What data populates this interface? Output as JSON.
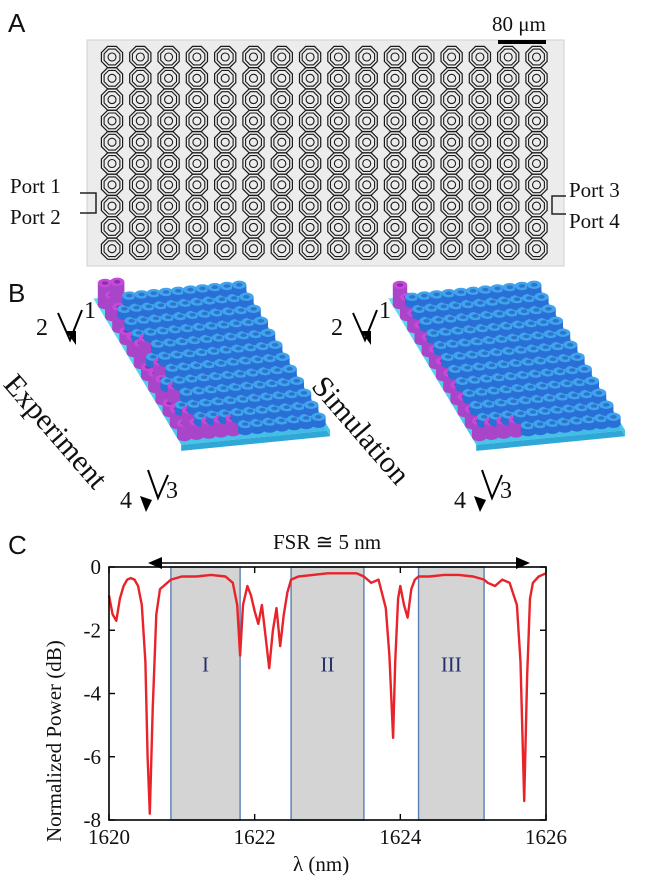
{
  "figure": {
    "panel_a": {
      "letter": "A",
      "scale_bar_label": "80 μm",
      "ports": {
        "p1": "Port 1",
        "p2": "Port 2",
        "p3": "Port 3",
        "p4": "Port 4"
      },
      "lattice": {
        "rows": 10,
        "cols": 16
      }
    },
    "panel_b": {
      "letter": "B",
      "left_label": "Experiment",
      "right_label": "Simulation",
      "port_in_a": "2",
      "port_in_b": "1",
      "port_out_a": "4",
      "port_out_b": "3",
      "colors": {
        "top": "#3fa3ee",
        "side": "#2a6fd6",
        "edge": "#5fe0ef",
        "hot": "#c64ad8"
      }
    },
    "panel_c": {
      "letter": "C",
      "fsr_label": "FSR ≅ 5 nm"
    }
  },
  "chart_data": {
    "type": "line",
    "xlabel": "λ (nm)",
    "ylabel": "Normalized Power (dB)",
    "xlim": [
      1620,
      1626
    ],
    "ylim": [
      -8,
      0
    ],
    "xticks": [
      1620,
      1622,
      1624,
      1626
    ],
    "yticks": [
      0,
      -2,
      -4,
      -6,
      -8
    ],
    "x_tick_labels": [
      "1620",
      "1622",
      "1624",
      "1626"
    ],
    "y_tick_labels": [
      "0",
      "-2",
      "-4",
      "-6",
      "-8"
    ],
    "line_color": "#e8232a",
    "bands": [
      {
        "label": "I",
        "x0": 1620.85,
        "x1": 1621.8
      },
      {
        "label": "II",
        "x0": 1622.5,
        "x1": 1623.5
      },
      {
        "label": "III",
        "x0": 1624.25,
        "x1": 1625.15
      }
    ],
    "band_fill": "#d4d4d4",
    "band_edge": "#5b7fb3",
    "series": [
      {
        "x": [
          1620.0,
          1620.05,
          1620.1,
          1620.15,
          1620.2,
          1620.25,
          1620.3,
          1620.35,
          1620.4,
          1620.45,
          1620.5,
          1620.53,
          1620.56,
          1620.6,
          1620.65,
          1620.7,
          1620.8,
          1620.85,
          1621.0,
          1621.2,
          1621.4,
          1621.6,
          1621.7,
          1621.76,
          1621.8,
          1621.84,
          1621.9,
          1621.95,
          1622.0,
          1622.05,
          1622.1,
          1622.15,
          1622.2,
          1622.25,
          1622.3,
          1622.35,
          1622.4,
          1622.45,
          1622.5,
          1622.6,
          1622.8,
          1623.0,
          1623.2,
          1623.4,
          1623.5,
          1623.6,
          1623.7,
          1623.8,
          1623.85,
          1623.9,
          1623.93,
          1623.97,
          1624.0,
          1624.05,
          1624.1,
          1624.15,
          1624.2,
          1624.25,
          1624.4,
          1624.6,
          1624.8,
          1625.0,
          1625.15,
          1625.2,
          1625.3,
          1625.4,
          1625.5,
          1625.6,
          1625.65,
          1625.7,
          1625.74,
          1625.78,
          1625.82,
          1625.9,
          1626.0
        ],
        "y": [
          -0.9,
          -1.5,
          -1.7,
          -1.0,
          -0.6,
          -0.4,
          -0.35,
          -0.4,
          -0.6,
          -1.2,
          -3.0,
          -6.0,
          -7.8,
          -4.5,
          -1.5,
          -0.7,
          -0.5,
          -0.4,
          -0.3,
          -0.3,
          -0.25,
          -0.3,
          -0.5,
          -1.2,
          -2.8,
          -1.2,
          -0.6,
          -0.9,
          -1.4,
          -1.8,
          -1.2,
          -2.2,
          -3.2,
          -2.0,
          -1.3,
          -2.5,
          -1.5,
          -0.8,
          -0.4,
          -0.3,
          -0.25,
          -0.2,
          -0.2,
          -0.2,
          -0.3,
          -0.5,
          -0.4,
          -1.3,
          -2.8,
          -5.4,
          -3.0,
          -1.0,
          -0.6,
          -1.2,
          -1.6,
          -0.7,
          -0.4,
          -0.3,
          -0.3,
          -0.25,
          -0.25,
          -0.3,
          -0.4,
          -0.5,
          -0.6,
          -0.4,
          -0.5,
          -1.2,
          -3.0,
          -7.4,
          -3.5,
          -1.0,
          -0.5,
          -0.3,
          -0.2
        ]
      }
    ]
  }
}
